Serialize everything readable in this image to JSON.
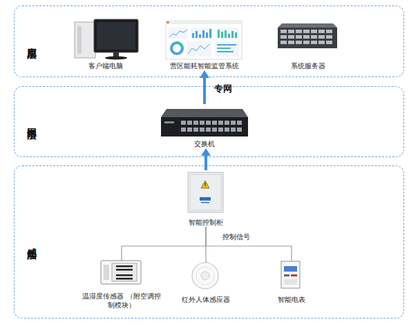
{
  "diagram": {
    "nodes": [
      {
        "text": [
          "应用层"
        ]
      },
      {
        "text": [
          "客户端电脑"
        ],
        "in": 0
      },
      {
        "text": [
          "营区能耗智能监管系统"
        ],
        "in": 0
      },
      {
        "text": [
          "系统服务器"
        ],
        "in": 0
      },
      {
        "text": [
          "网络层"
        ]
      },
      {
        "text": [
          "交换机"
        ],
        "in": 4
      },
      {
        "text": [
          "感知层"
        ]
      },
      {
        "text": [
          "智能控制柜"
        ],
        "in": 6
      },
      {
        "text": [
          "温湿度传感器 （附空调控制模块）"
        ],
        "in": 6
      },
      {
        "text": [
          "红外人体感应器"
        ],
        "in": 6
      },
      {
        "text": [
          "智能电表"
        ],
        "in": 6
      }
    ],
    "edges": [
      {
        "from": 5,
        "to": 2,
        "arrow": "to",
        "label": "专网"
      },
      {
        "from": 7,
        "to": 5,
        "arrow": "to"
      },
      {
        "from": 7,
        "to": 8,
        "arrow": "none"
      },
      {
        "from": 7,
        "to": 9,
        "arrow": "none",
        "label": "控制信号"
      },
      {
        "from": 7,
        "to": 10,
        "arrow": "none"
      }
    ]
  }
}
